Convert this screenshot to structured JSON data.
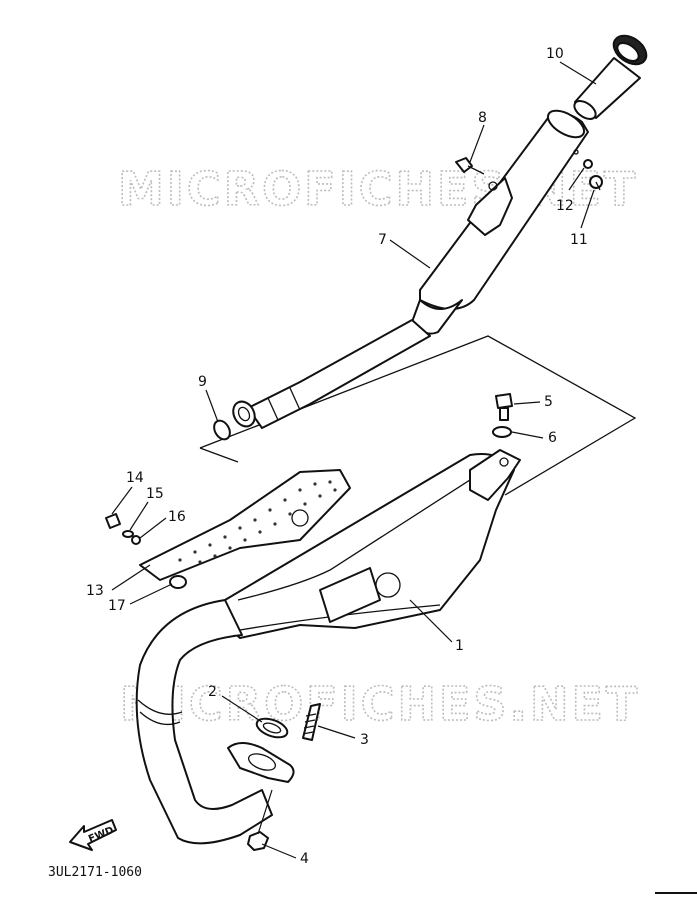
{
  "watermark": "MICROFICHES.NET",
  "drawing_code": "3UL2171-1060",
  "fwd_label": "FWD",
  "callouts": {
    "c1": "1",
    "c2": "2",
    "c3": "3",
    "c4": "4",
    "c5": "5",
    "c6": "6",
    "c7": "7",
    "c8": "8",
    "c9": "9",
    "c10": "10",
    "c11": "11",
    "c12": "12",
    "c13": "13",
    "c14": "14",
    "c15": "15",
    "c16": "16",
    "c17": "17"
  }
}
